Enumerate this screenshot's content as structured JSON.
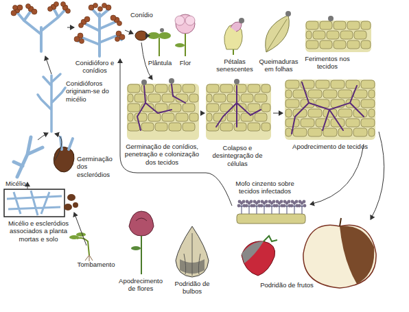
{
  "diagram": {
    "labels": [
      "Conídio",
      "Conidióforo e conídios",
      "Plântula",
      "Flor",
      "Pétalas senescentes",
      "Queimaduras em folhas",
      "Ferimentos nos tecidos",
      "Conidióforos originam-se do micélio",
      "Germinação dos escleródios",
      "Germinação de conídios, penetração e colonização dos tecidos",
      "Colapso e desintegração de células",
      "Apodrecimento de tecidos",
      "Micélio",
      "Mofo cinzento sobre tecidos infectados",
      "Micélio e escleródios associados a planta mortas e solo",
      "Tombamento",
      "Apodrecimento de flores",
      "Podridão de bulbos",
      "Podridão de frutos"
    ]
  }
}
